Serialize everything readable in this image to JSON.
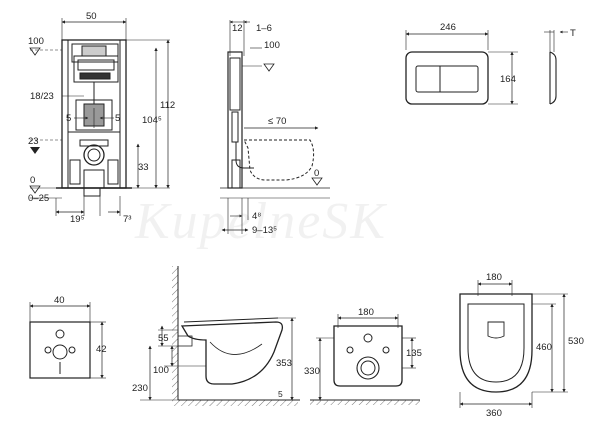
{
  "frame_front": {
    "width": "50",
    "height_top": "100",
    "height_total": "112",
    "height_inner": "104⁵",
    "range_18_23": "18/23",
    "offset_left": "5",
    "offset_right": "5",
    "level_23": "23",
    "level_33": "33",
    "level_0": "0",
    "range_0_25": "0–25",
    "bottom_left": "19⁵",
    "bottom_right": "7³"
  },
  "frame_side": {
    "dim_12": "12",
    "dim_1_6": "1–6",
    "level_100": "100",
    "max_70": "≤ 70",
    "level_0": "0",
    "dim_4_8": "4⁸",
    "dim_9_13": "9–13⁵"
  },
  "plate_front": {
    "width": "246",
    "height": "164"
  },
  "plate_side": {
    "thickness": "T"
  },
  "watermark": "KupelneSK",
  "small_plate": {
    "width": "40",
    "height": "42"
  },
  "wc_side": {
    "dim_55": "55",
    "dim_100": "100",
    "dim_230": "230",
    "dim_353": "353",
    "dim_5": "5"
  },
  "wc_back": {
    "width": "180",
    "dim_330": "330",
    "dim_135": "135"
  },
  "wc_top": {
    "width_top": "180",
    "width": "360",
    "depth_460": "460",
    "depth_530": "530"
  }
}
